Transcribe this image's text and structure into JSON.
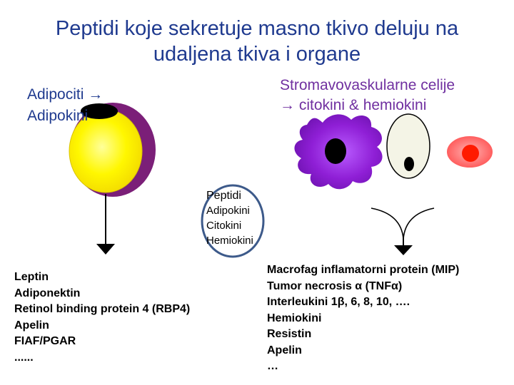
{
  "title": {
    "line1": "Peptidi koje sekretuje masno tkivo deluju na",
    "line2": "udaljena tkiva i organe"
  },
  "adipocytes": {
    "line1": "Adipociti →",
    "line2": "Adipokini"
  },
  "stromal": {
    "line1": "Stromavovaskularne celije",
    "line2": "→ citokini & hemiokini"
  },
  "peptides": {
    "heading": "Peptidi",
    "items": [
      "Adipokini",
      "Citokini",
      "Hemiokini"
    ]
  },
  "left_list": [
    "Leptin",
    "Adiponektin",
    "Retinol binding protein 4 (RBP4)",
    "Apelin",
    "FIAF/PGAR",
    "......"
  ],
  "right_list": [
    "Macrofag inflamatorni protein (MIP)",
    "Tumor necrosis α (TNFα)",
    "Interleukini 1β, 6, 8, 10, ….",
    "Hemiokini",
    "Resistin",
    "Apelin",
    "…"
  ],
  "colors": {
    "title": "#1f3a8f",
    "adipocyte_outer": "#7b1f78",
    "adipocyte_inner": "#fff700",
    "macrophage": "#8f1fd6",
    "red_cell": "#ff4d4d",
    "red_nucleus": "#ff1a00",
    "peptide_ellipse": "#3d5a8a"
  }
}
